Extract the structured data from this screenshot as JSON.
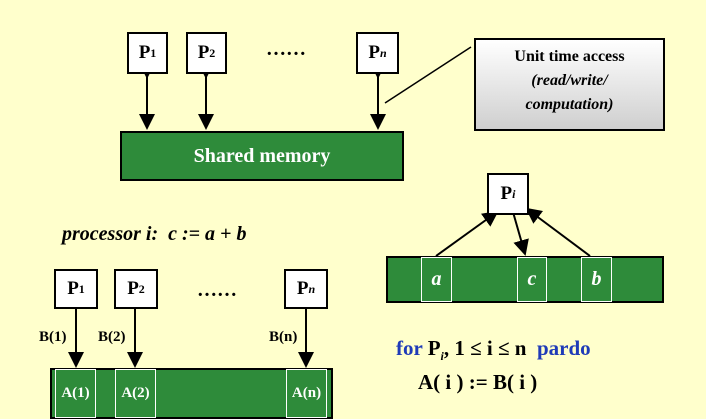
{
  "top": {
    "procs": [
      {
        "name": "P",
        "sub": "1"
      },
      {
        "name": "P",
        "sub": "2"
      },
      {
        "name": "P",
        "sub": "n"
      }
    ],
    "dots": "……",
    "shared_memory": "Shared memory",
    "note": {
      "line1": "Unit time access",
      "line2": "(read/write/",
      "line3": "computation)"
    }
  },
  "example": {
    "label_a": "processor i:",
    "label_b": "c := a + b",
    "proc": {
      "name": "P",
      "sub": "i"
    },
    "cells": [
      "a",
      "c",
      "b"
    ]
  },
  "bottom": {
    "procs": [
      {
        "name": "P",
        "sub": "1"
      },
      {
        "name": "P",
        "sub": "2"
      },
      {
        "name": "P",
        "sub": "n"
      }
    ],
    "dots": "……",
    "inputs": [
      "B(1)",
      "B(2)",
      "B(n)"
    ],
    "cells": [
      "A(1)",
      "A(2)",
      "A(n)"
    ]
  },
  "code": {
    "line1_for": "for",
    "line1_p": "P",
    "line1_sub": "i",
    "line1_cond": ",  1 ≤ i ≤ n",
    "line1_pardo": "pardo",
    "line2": "A( i ) := B( i )"
  }
}
